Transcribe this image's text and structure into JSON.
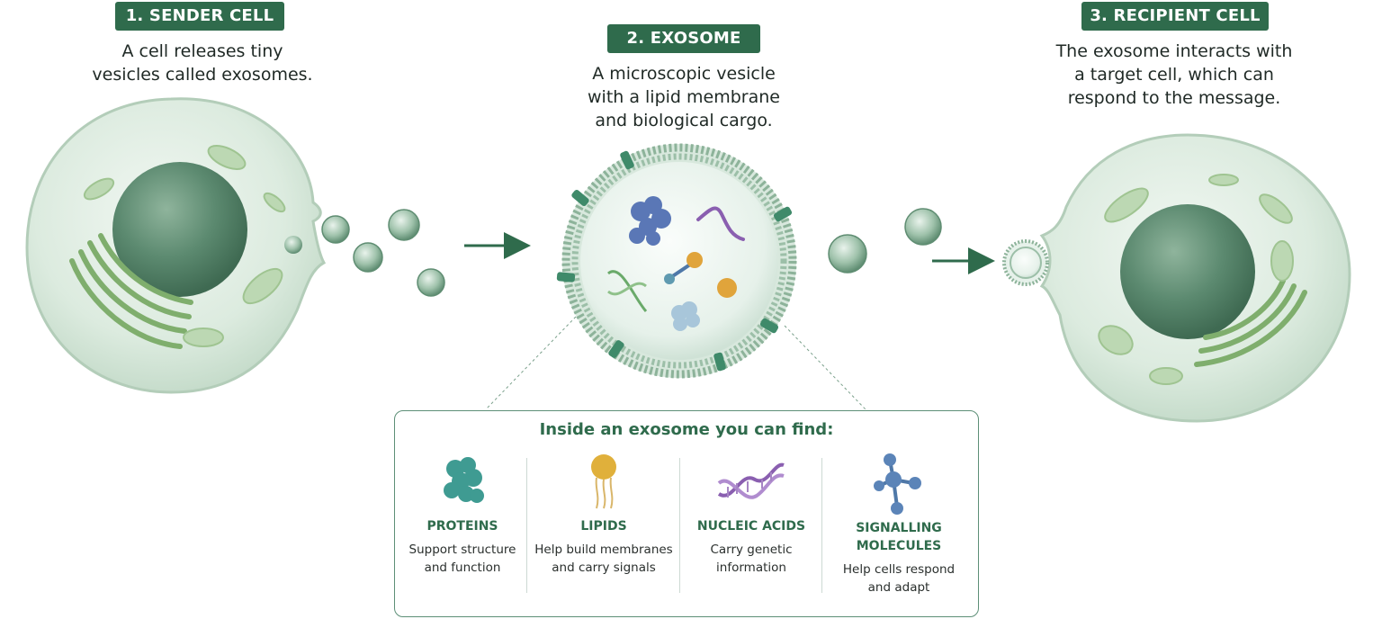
{
  "steps": [
    {
      "badge": "1. SENDER CELL",
      "lines": [
        "A cell releases tiny",
        "vesicles called exosomes."
      ]
    },
    {
      "badge": "2. EXOSOME",
      "lines": [
        "A microscopic vesicle",
        "with a lipid membrane",
        "and biological cargo."
      ]
    },
    {
      "badge": "3. RECIPIENT CELL",
      "lines": [
        "The exosome interacts with",
        "a target cell, which can",
        "respond to the message."
      ]
    }
  ],
  "cargo_panel": {
    "title": "Inside an exosome you can find:",
    "items": [
      {
        "icon": "protein-icon",
        "name_lines": [
          "PROTEINS"
        ],
        "desc_lines": [
          "Support structure",
          "and function"
        ],
        "color": "#3f9b92"
      },
      {
        "icon": "lipid-icon",
        "name_lines": [
          "LIPIDS"
        ],
        "desc_lines": [
          "Help build membranes",
          "and carry signals"
        ],
        "color": "#e0b03b"
      },
      {
        "icon": "dna-icon",
        "name_lines": [
          "NUCLEIC ACIDS"
        ],
        "desc_lines": [
          "Carry genetic",
          "information"
        ],
        "color": "#8a5fb0"
      },
      {
        "icon": "signalling-molecule-icon",
        "name_lines": [
          "SIGNALLING",
          "MOLECULES"
        ],
        "desc_lines": [
          "Help cells respond",
          "and adapt"
        ],
        "color": "#4f78a8"
      }
    ]
  },
  "colors": {
    "accent": "#2f6b4c",
    "cell_fill": "#dcebdf",
    "nucleus": "#4f7d63",
    "golgi": "#7fae6d"
  }
}
